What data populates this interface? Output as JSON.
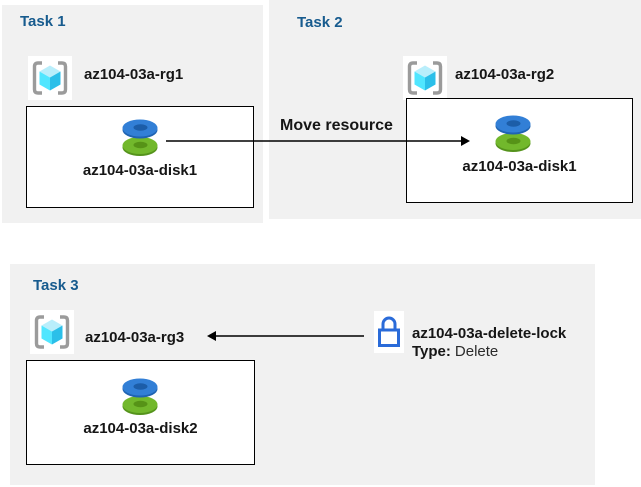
{
  "diagram": {
    "tasks": [
      {
        "title": "Task 1",
        "resource_group": "az104-03a-rg1",
        "resource": "az104-03a-disk1"
      },
      {
        "title": "Task 2",
        "resource_group": "az104-03a-rg2",
        "resource": "az104-03a-disk1"
      },
      {
        "title": "Task 3",
        "resource_group": "az104-03a-rg3",
        "resource": "az104-03a-disk2"
      }
    ],
    "move_arrow_label": "Move resource",
    "lock": {
      "name": "az104-03a-delete-lock",
      "type_label": "Type:",
      "type_value": "Delete"
    },
    "icons": {
      "resource_group": "resource-group-icon",
      "disk": "disk-icon",
      "lock": "lock-icon"
    },
    "colors": {
      "panel_bg": "#f1f1f1",
      "task_title": "#175b8e",
      "text": "#161616",
      "box_border": "#000000",
      "arrow": "#000000",
      "lock_blue": "#2a6bd9",
      "cube_top": "#b9eefb",
      "cube_left": "#50e6ff",
      "cube_right": "#2bbfe9",
      "bracket_gray": "#9b9b9b",
      "disk_blue": "#327fd6",
      "disk_blue_dark": "#1f63b2",
      "disk_blue_hole": "#1c5da8",
      "disk_green": "#72b82c",
      "disk_green_dark": "#55931c",
      "disk_green_hole": "#569317"
    }
  }
}
